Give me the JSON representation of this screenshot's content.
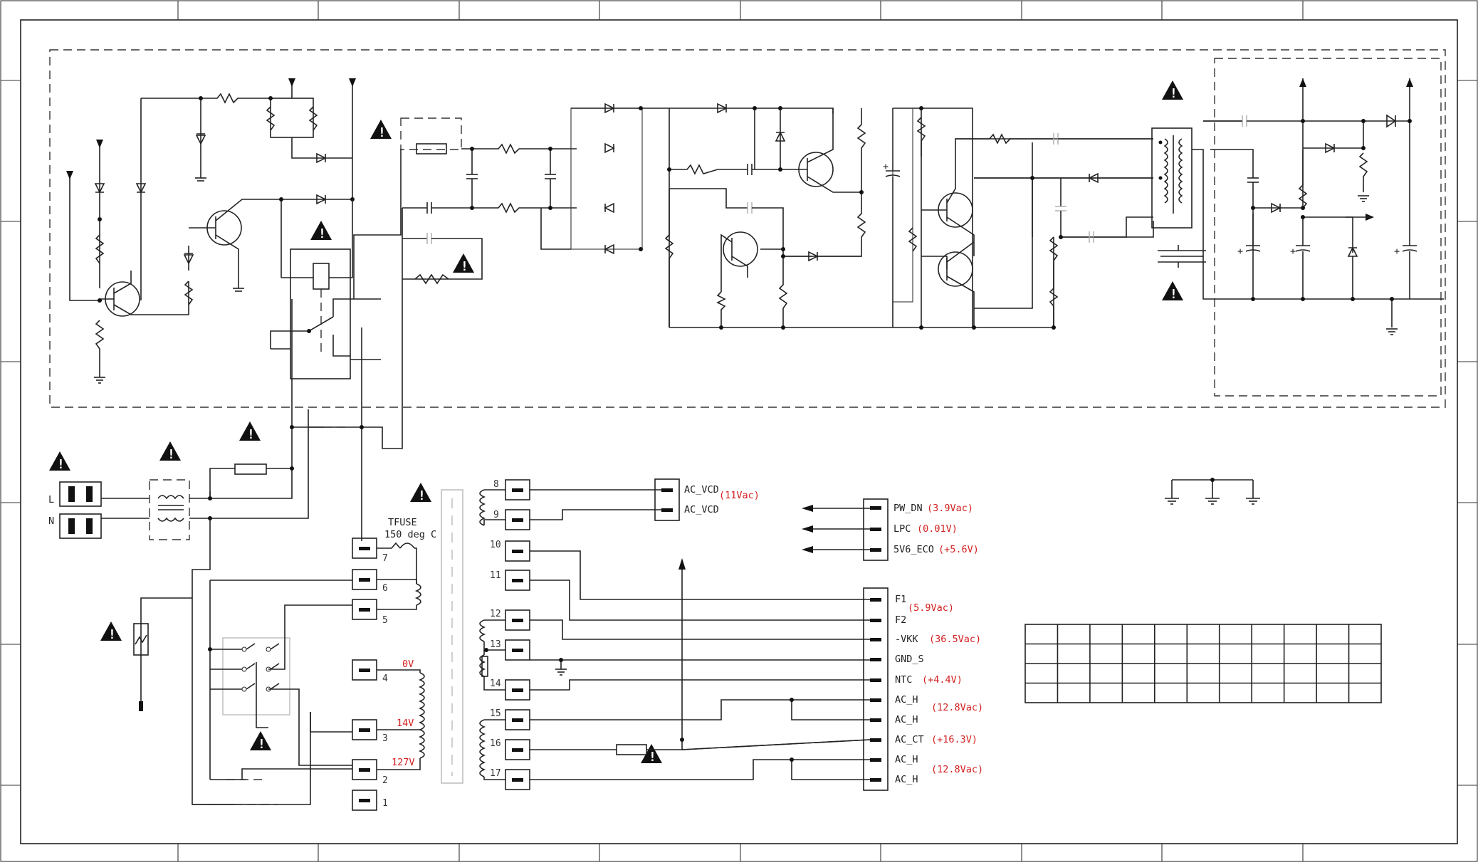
{
  "colors": {
    "line": "#222222",
    "voltage_text": "#d32020",
    "background": "#ffffff"
  },
  "icons": {
    "warning": "warning-triangle-icon",
    "ground": "ground-icon",
    "arrow": "arrow-icon"
  },
  "mains": {
    "live": "L",
    "neutral": "N"
  },
  "tfuse": {
    "line1": "TFUSE",
    "line2": "150 deg C"
  },
  "transformer_primary": {
    "pins": [
      {
        "num": "7",
        "volt": ""
      },
      {
        "num": "6",
        "volt": ""
      },
      {
        "num": "5",
        "volt": ""
      },
      {
        "num": "4",
        "volt": "0V"
      },
      {
        "num": "3",
        "volt": "14V"
      },
      {
        "num": "2",
        "volt": "127V"
      },
      {
        "num": "1",
        "volt": ""
      }
    ]
  },
  "transformer_secondary": {
    "pins": [
      "8",
      "9",
      "10",
      "11",
      "12",
      "13",
      "14",
      "15",
      "16",
      "17"
    ]
  },
  "ac_vcd": {
    "labels": [
      "AC_VCD",
      "AC_VCD"
    ],
    "voltage": "(11Vac)"
  },
  "connector_top": {
    "rows": [
      {
        "name": "PW_DN",
        "volt": "(3.9Vac)"
      },
      {
        "name": "LPC",
        "volt": "(0.01V)"
      },
      {
        "name": "5V6_ECO",
        "volt": "(+5.6V)"
      }
    ]
  },
  "connector_main": {
    "rows": [
      {
        "name": "F1",
        "volt": "(5.9Vac)"
      },
      {
        "name": "F2",
        "volt": ""
      },
      {
        "name": "-VKK",
        "volt": "(36.5Vac)"
      },
      {
        "name": "GND_S",
        "volt": ""
      },
      {
        "name": "NTC",
        "volt": "(+4.4V)"
      },
      {
        "name": "AC_H",
        "volt": "(12.8Vac)"
      },
      {
        "name": "AC_H",
        "volt": ""
      },
      {
        "name": "AC_CT",
        "volt": "(+16.3V)"
      },
      {
        "name": "AC_H",
        "volt": "(12.8Vac)"
      },
      {
        "name": "AC_H",
        "volt": ""
      }
    ]
  }
}
